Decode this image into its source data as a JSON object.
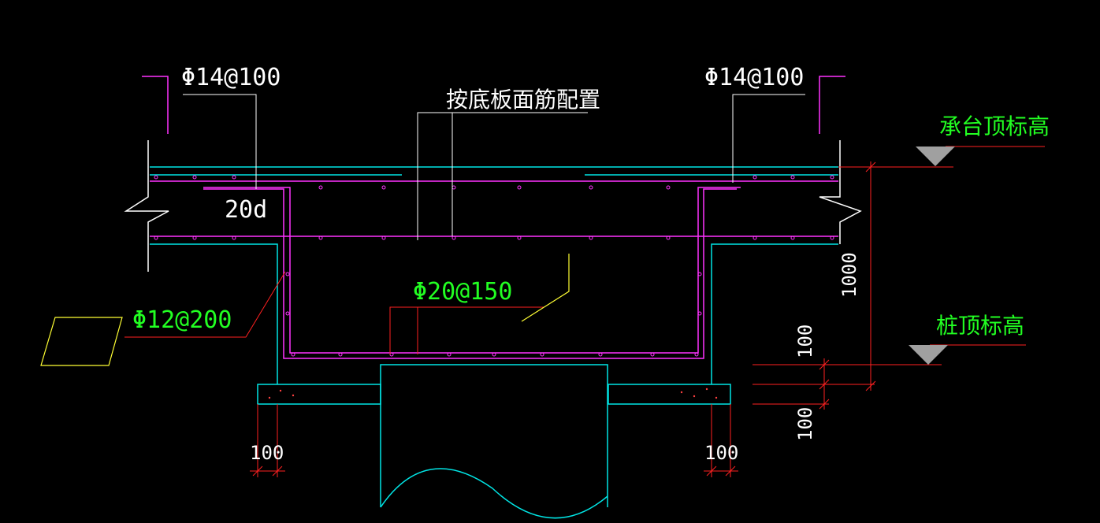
{
  "labels": {
    "rebar_top_left": "Φ14@100",
    "rebar_top_right": "Φ14@100",
    "bottom_slab_note": "按底板面筋配置",
    "anchor_length": "20d",
    "rebar_side": "Φ12@200",
    "rebar_bottom": "Φ20@150",
    "cap_top_elevation": "承台顶标高",
    "pile_top_elevation": "桩顶标高"
  },
  "dimensions": {
    "cap_depth": "1000",
    "pile_embed": "100",
    "cushion": "100",
    "left_offset": "100",
    "right_offset": "100"
  },
  "colors": {
    "background": "#000000",
    "concrete_outline": "#00e5e5",
    "rebar": "#ff33ff",
    "dimension": "#ff2020",
    "leader": "#ffffff",
    "label_green": "#22ff22",
    "elevation_symbol": "#a0a0a0",
    "placeholder_outline": "#ffff33"
  }
}
